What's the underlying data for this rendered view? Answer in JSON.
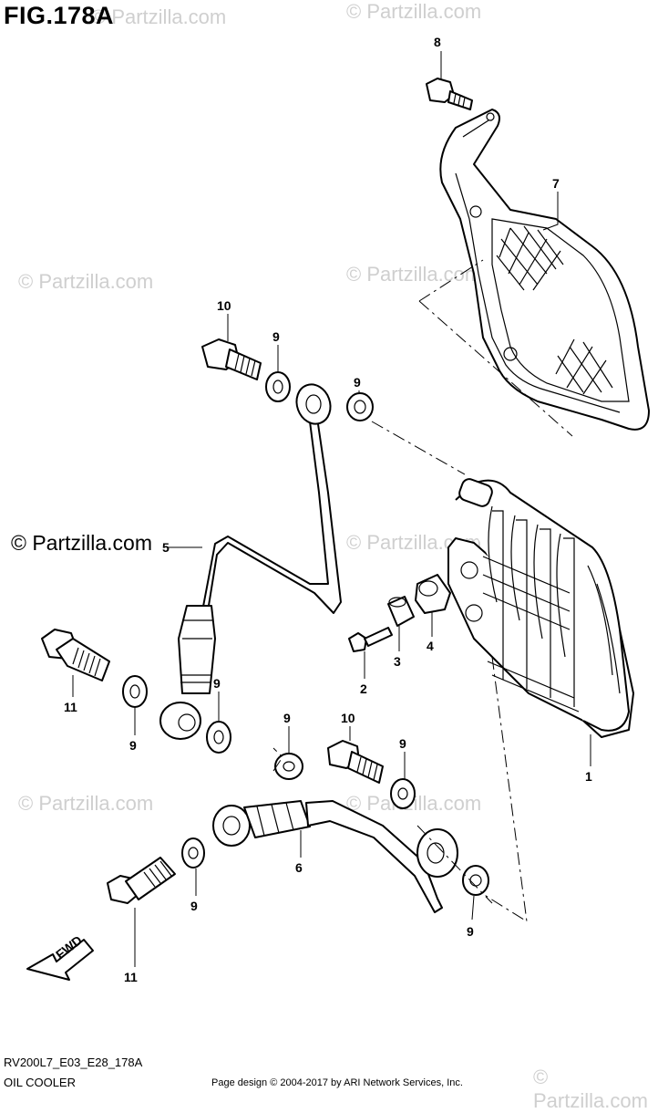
{
  "figure_title": "FIG.178A",
  "diagram_code": "RV200L7_E03_E28_178A",
  "section_name": "OIL COOLER",
  "footer_credit": "Page design © 2004-2017 by ARI Network Services, Inc.",
  "watermark_text": "© Partzilla.com",
  "watermark_dark_text": "© Partzilla.com",
  "fwd_label": "FWD",
  "callouts": {
    "c1": "1",
    "c2": "2",
    "c3": "3",
    "c4": "4",
    "c5": "5",
    "c6": "6",
    "c7": "7",
    "c8": "8",
    "c9a": "9",
    "c9b": "9",
    "c9c": "9",
    "c9d": "9",
    "c9e": "9",
    "c9f": "9",
    "c9g": "9",
    "c9h": "9",
    "c10a": "10",
    "c10b": "10",
    "c11a": "11",
    "c11b": "11"
  }
}
